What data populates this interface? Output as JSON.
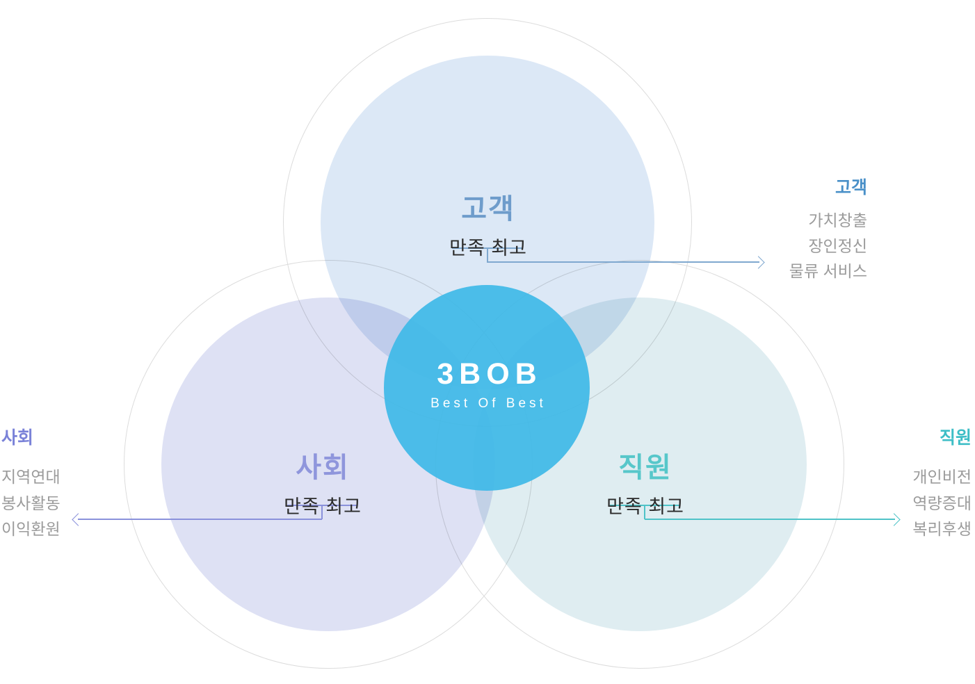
{
  "center": {
    "title": "3BOB",
    "subtitle": "Best Of Best",
    "circle_color": "#40b9e7"
  },
  "circles": [
    {
      "id": "customer",
      "label": "고객",
      "sub": "만족 최고",
      "fill_color": "#dce8f6",
      "label_color": "#6e9ccb",
      "line_color": "#7fa8cf"
    },
    {
      "id": "society",
      "label": "사회",
      "sub": "만족 최고",
      "fill_color": "#dee1f4",
      "label_color": "#8f96dc",
      "line_color": "#8a91db"
    },
    {
      "id": "employee",
      "label": "직원",
      "sub": "만족 최고",
      "fill_color": "#dfedf1",
      "label_color": "#57c7ca",
      "line_color": "#4fc3c8"
    }
  ],
  "annotations": [
    {
      "id": "customer",
      "title": "고객",
      "title_color": "#4a90c8",
      "items": [
        "가치창출",
        "장인정신",
        "물류 서비스"
      ]
    },
    {
      "id": "society",
      "title": "사회",
      "title_color": "#7a82d8",
      "items": [
        "지역연대",
        "봉사활동",
        "이익환원"
      ]
    },
    {
      "id": "employee",
      "title": "직원",
      "title_color": "#3ebec6",
      "items": [
        "개인비전",
        "역량증대",
        "복리후생"
      ]
    }
  ],
  "item_text_color": "#9b9b9b",
  "ring_color": "#dcdcdc"
}
